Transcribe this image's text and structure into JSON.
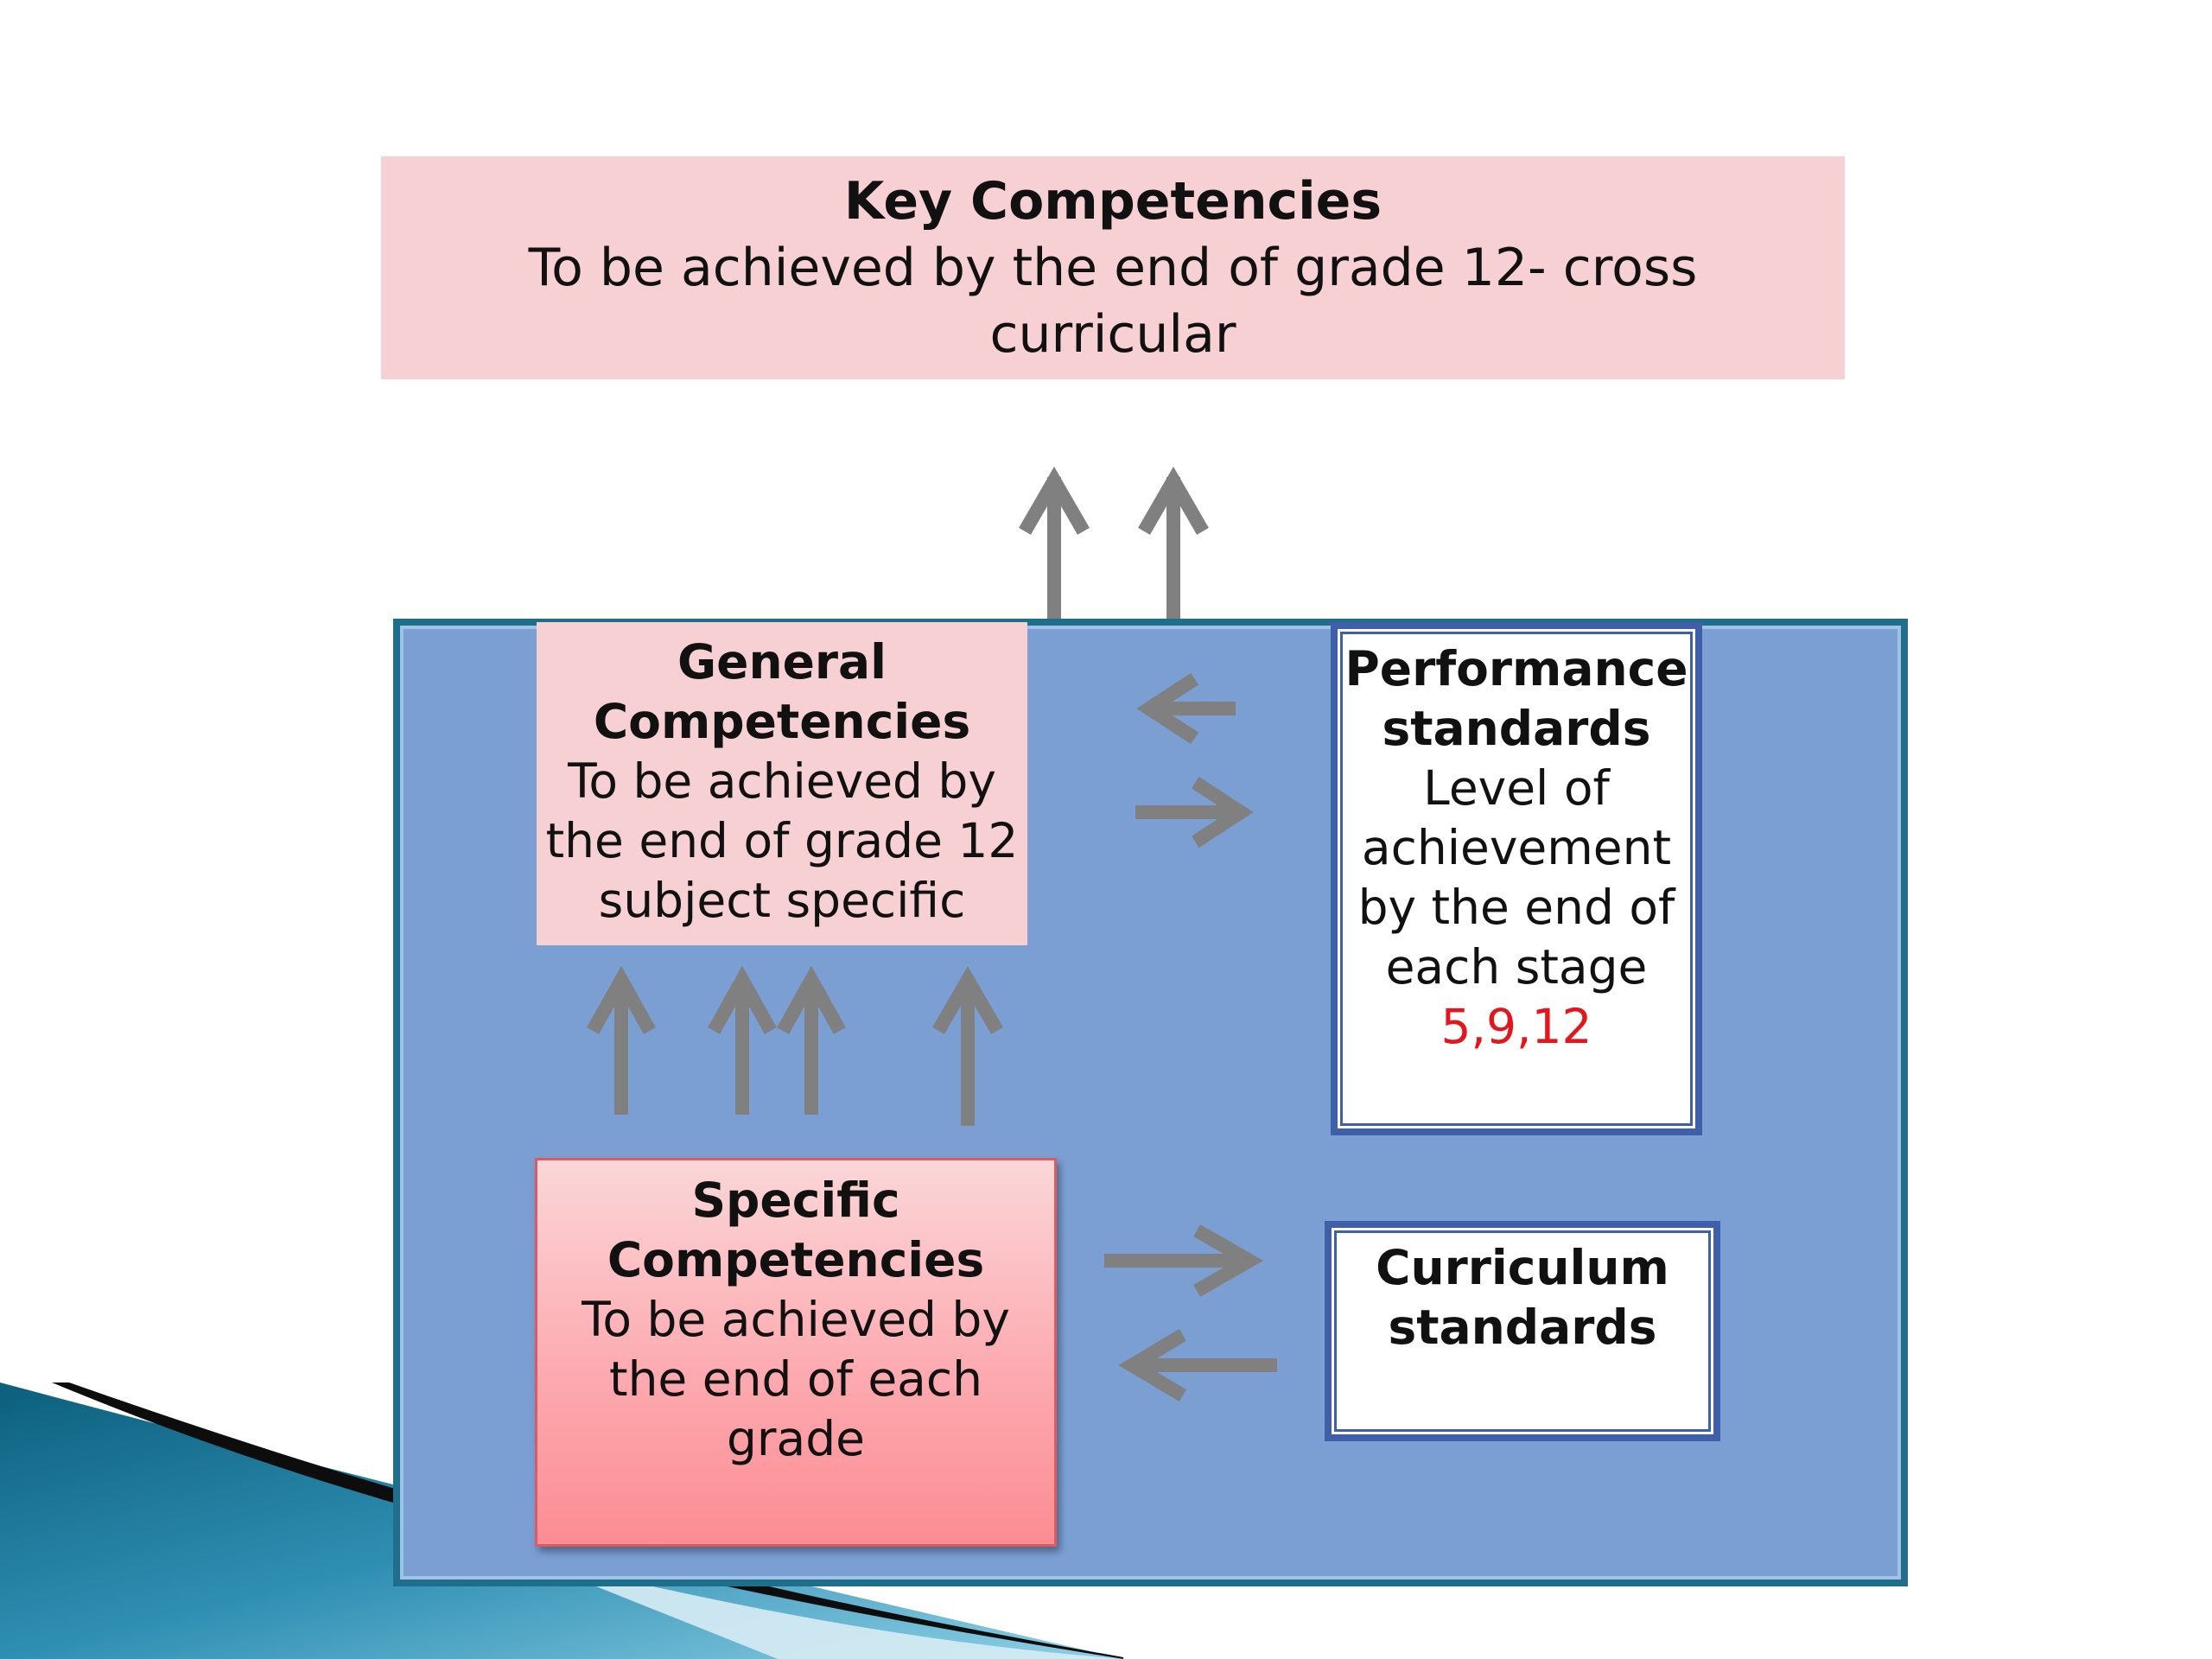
{
  "key_competencies": {
    "title": "Key Competencies",
    "body": "To be achieved by the end of grade 12- cross curricular"
  },
  "general_competencies": {
    "title": "General Competencies",
    "body": "To be achieved by the end of grade 12 subject specific"
  },
  "performance_standards": {
    "title": "Performance standards",
    "body": "Level of achievement by the end of each stage",
    "stages": "5,9,12"
  },
  "specific_competencies": {
    "title": "Specific Competencies",
    "body": "To be achieved by the end of each grade"
  },
  "curriculum_standards": {
    "title": "Curriculum standards"
  },
  "colors": {
    "pink_box": "#f7d0d3",
    "blue_container": "#7b9fd3",
    "container_border": "#1f6e8c",
    "white_box_border": "#3f5fa8",
    "arrow_gray": "#808080",
    "stage_red": "#e4161b"
  }
}
